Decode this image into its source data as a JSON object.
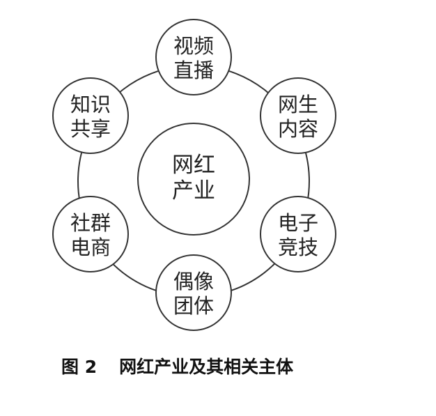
{
  "diagram": {
    "center": {
      "line1": "网红",
      "line2": "产业"
    },
    "nodes": [
      {
        "line1": "视频",
        "line2": "直播"
      },
      {
        "line1": "网生",
        "line2": "内容"
      },
      {
        "line1": "电子",
        "line2": "竞技"
      },
      {
        "line1": "偶像",
        "line2": "团体"
      },
      {
        "line1": "社群",
        "line2": "电商"
      },
      {
        "line1": "知识",
        "line2": "共享"
      }
    ]
  },
  "caption": {
    "number": "图 2",
    "title": "网红产业及其相关主体"
  }
}
